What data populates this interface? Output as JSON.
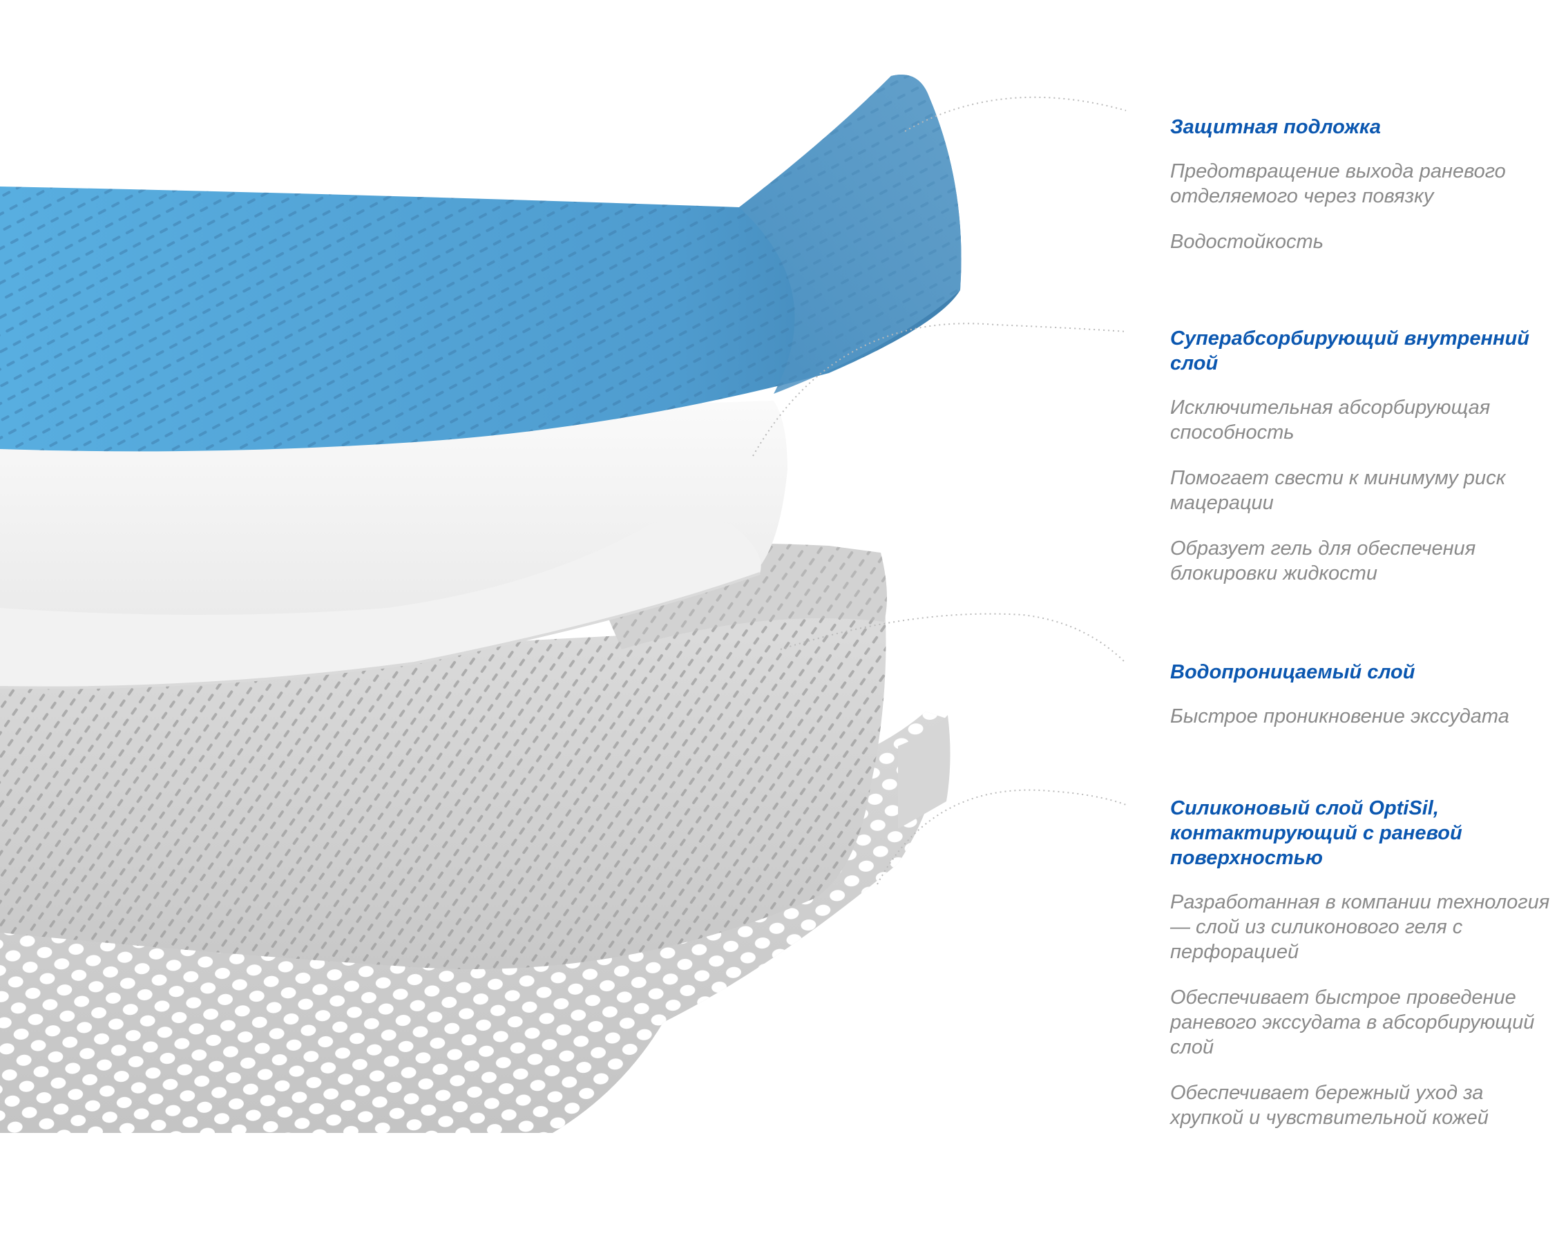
{
  "colors": {
    "accent": "#0b57b0",
    "body_text": "#8a8a8a",
    "backing": "#5aa8d9",
    "leader": "#b9b9b9"
  },
  "callouts": [
    {
      "title": "Защитная подложка",
      "lines": [
        "Предотвращение выхода раневого отделяемого через повязку",
        "Водостойкость"
      ]
    },
    {
      "title": "Суперабсорбирующий внутренний слой",
      "lines": [
        "Исключительная абсорбирующая способность",
        "Помогает свести к минимуму риск мацерации",
        "Образует гель для обеспечения блокировки жидкости"
      ]
    },
    {
      "title": "Водопроницаемый слой",
      "lines": [
        "Быстрое проникновение экссудата"
      ]
    },
    {
      "title": "Силиконовый слой OptiSil, контактирующий с раневой поверхностью",
      "lines": [
        "Разработанная в компании технология — слой из силиконового геля с перфорацией",
        "Обеспечивает быстрое проведение раневого экссудата в абсорбирующий слой",
        "Обеспечивает бережный уход за хрупкой и чувствительной кожей"
      ]
    }
  ]
}
